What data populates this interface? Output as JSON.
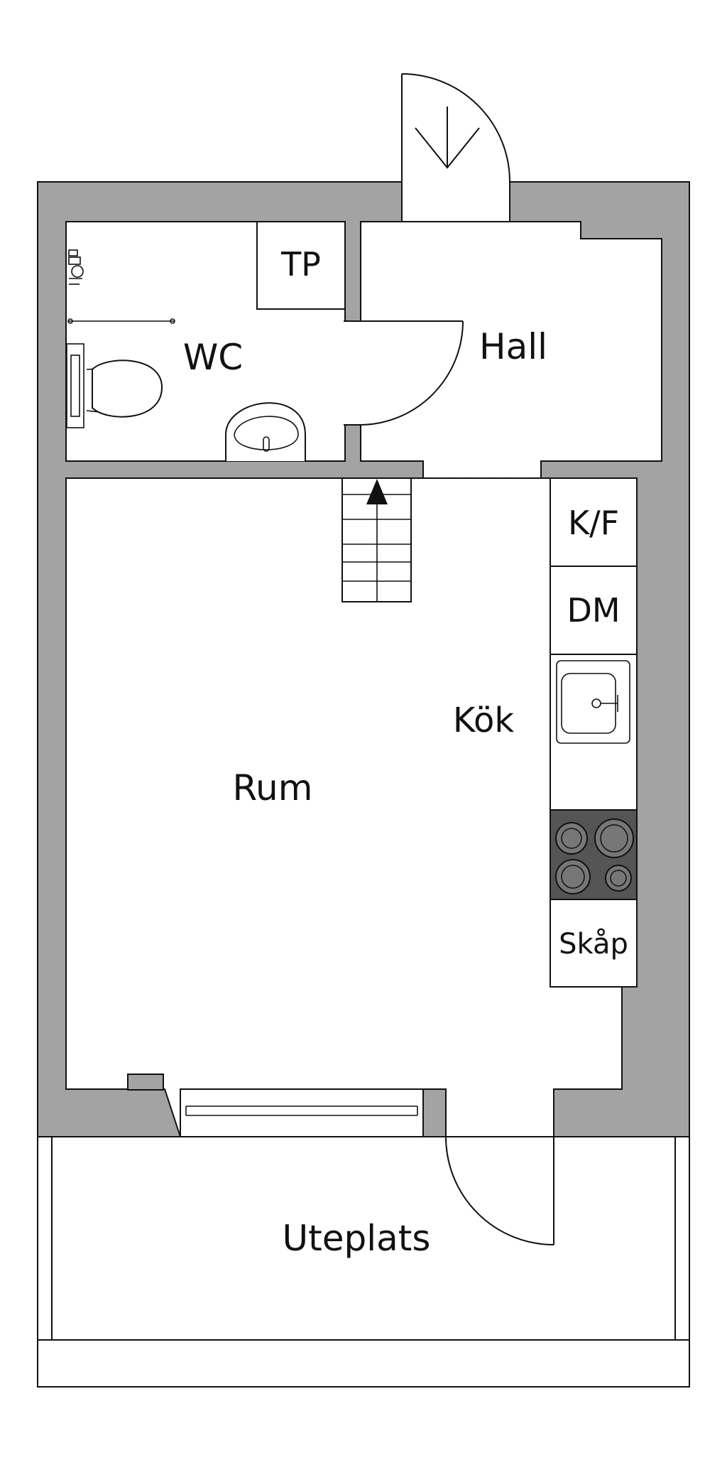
{
  "rooms": {
    "wc": "WC",
    "tp": "TP",
    "hall": "Hall",
    "rum": "Rum",
    "kok": "Kök",
    "uteplats": "Uteplats"
  },
  "appliances": {
    "kf": "K/F",
    "dm": "DM",
    "skap": "Skåp"
  },
  "colors": {
    "wall": "#a3a3a3",
    "stove": "#555555",
    "line": "#111111"
  }
}
